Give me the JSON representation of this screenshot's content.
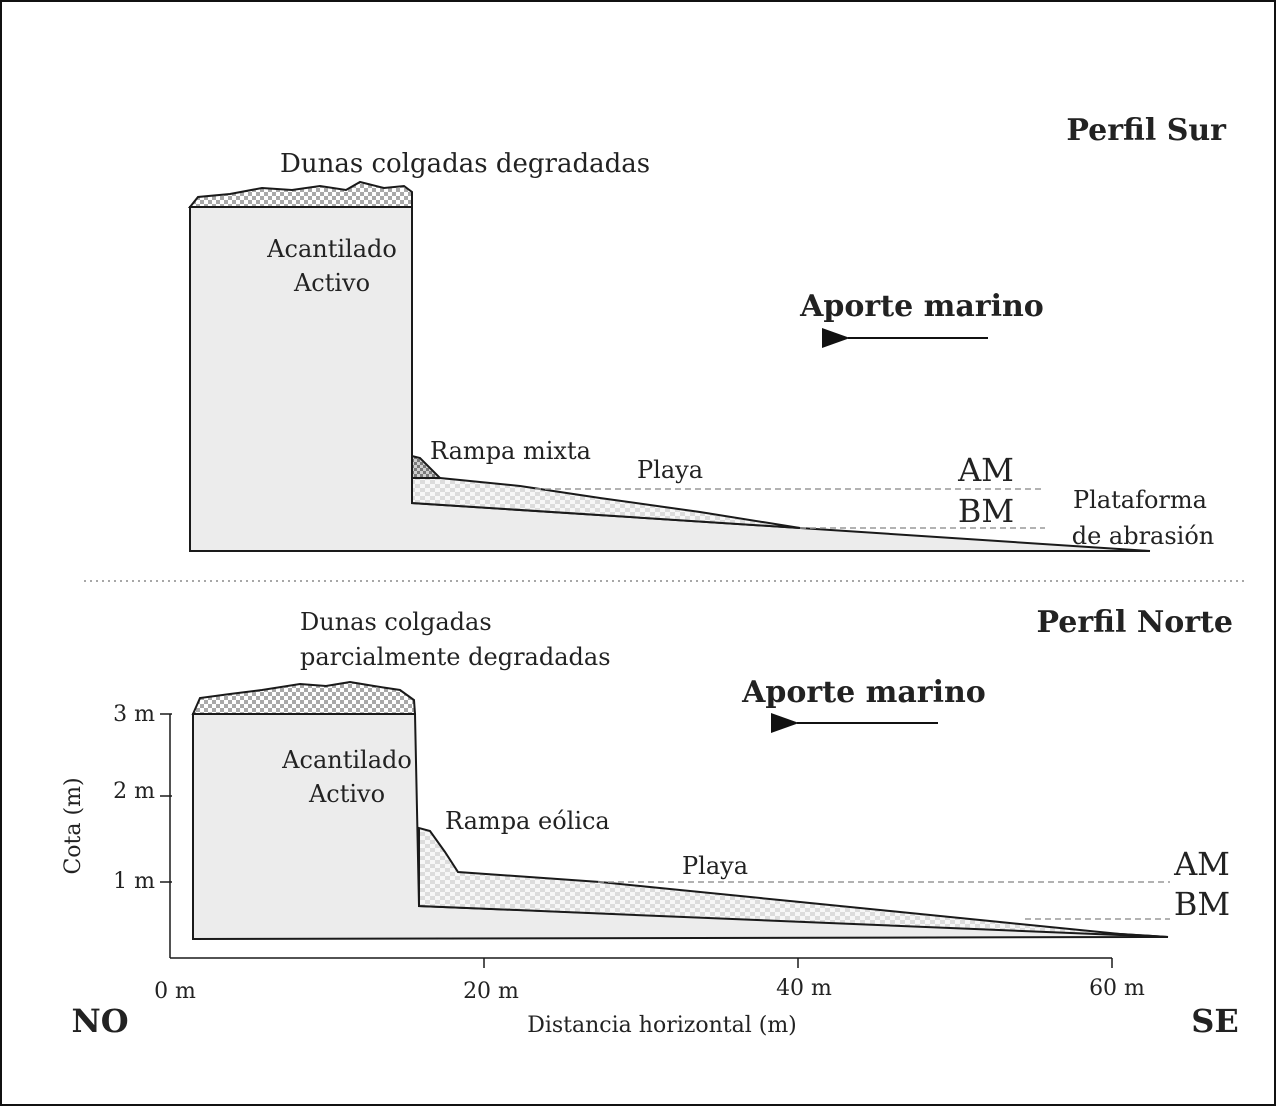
{
  "title_south": "Perfil Sur",
  "title_north": "Perfil Norte",
  "south": {
    "dunes_label": "Dunas colgadas degradadas",
    "cliff_label_line1": "Acantilado",
    "cliff_label_line2": "Activo",
    "arrow_label": "Aporte marino",
    "ramp_label": "Rampa mixta",
    "beach_label": "Playa",
    "high_tide": "AM",
    "low_tide": "BM",
    "platform_line1": "Plataforma",
    "platform_line2": "de abrasión"
  },
  "north": {
    "dunes_line1": "Dunas colgadas",
    "dunes_line2": "parcialmente degradadas",
    "cliff_label_line1": "Acantilado",
    "cliff_label_line2": "Activo",
    "arrow_label": "Aporte marino",
    "ramp_label": "Rampa eólica",
    "beach_label": "Playa",
    "high_tide": "AM",
    "low_tide": "BM"
  },
  "axes": {
    "ylabel": "Cota (m)",
    "xlabel": "Distancia horizontal (m)",
    "y_ticks": [
      "3 m",
      "2 m",
      "1 m"
    ],
    "x_ticks": [
      "0 m",
      "20 m",
      "40 m",
      "60 m"
    ],
    "left_direction": "NO",
    "right_direction": "SE"
  },
  "colors": {
    "rock_fill": "#ececec",
    "outline": "#1a1a1a",
    "dune_pattern": "#a9a9a9",
    "sand_pattern": "#d8d8d8",
    "dashed_line": "#999999"
  }
}
